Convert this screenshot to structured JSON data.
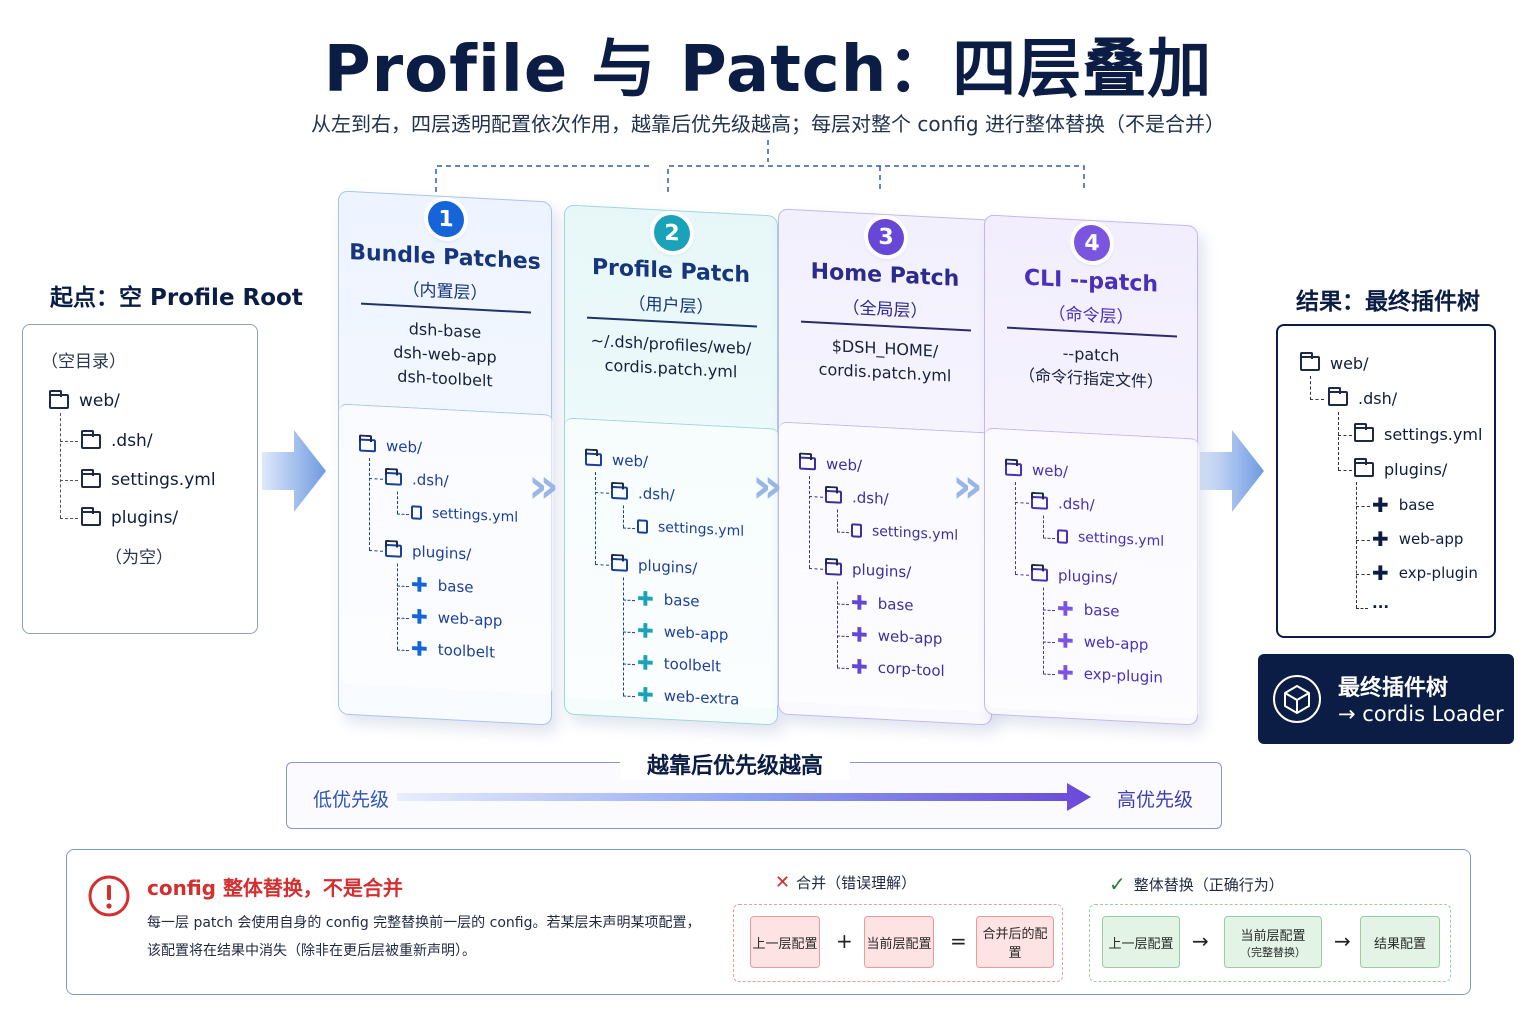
{
  "header": {
    "title": "Profile 与 Patch：四层叠加",
    "subtitle": "从左到右，四层透明配置依次作用，越靠后优先级越高；每层对整个 config 进行整体替换（不是合并）"
  },
  "start": {
    "label": "起点：空 Profile Root",
    "empty_note": "（空目录）",
    "web": "web/",
    "dsh": ".dsh/",
    "settings": "settings.yml",
    "plugins": "plugins/",
    "plugins_note": "（为空）"
  },
  "layers": [
    {
      "num": "1",
      "title": "Bundle Patches",
      "sub": "（内置层）",
      "src": [
        "dsh-base",
        "dsh-web-app",
        "dsh-toolbelt"
      ],
      "tree": {
        "web": "web/",
        "dsh": ".dsh/",
        "settings": "settings.yml",
        "plugins": "plugins/",
        "items": [
          "base",
          "web-app",
          "toolbelt"
        ]
      }
    },
    {
      "num": "2",
      "title": "Profile Patch",
      "sub": "（用户层）",
      "src": [
        "~/.dsh/profiles/web/",
        "cordis.patch.yml"
      ],
      "tree": {
        "web": "web/",
        "dsh": ".dsh/",
        "settings": "settings.yml",
        "plugins": "plugins/",
        "items": [
          "base",
          "web-app",
          "toolbelt",
          "web-extra"
        ]
      }
    },
    {
      "num": "3",
      "title": "Home Patch",
      "sub": "（全局层）",
      "src": [
        "$DSH_HOME/",
        "cordis.patch.yml"
      ],
      "tree": {
        "web": "web/",
        "dsh": ".dsh/",
        "settings": "settings.yml",
        "plugins": "plugins/",
        "items": [
          "base",
          "web-app",
          "corp-tool"
        ]
      }
    },
    {
      "num": "4",
      "title": "CLI --patch",
      "sub": "（命令层）",
      "src": [
        "--patch",
        "（命令行指定文件）"
      ],
      "tree": {
        "web": "web/",
        "dsh": ".dsh/",
        "settings": "settings.yml",
        "plugins": "plugins/",
        "items": [
          "base",
          "web-app",
          "exp-plugin"
        ]
      }
    }
  ],
  "result": {
    "label": "结果：最终插件树",
    "web": "web/",
    "dsh": ".dsh/",
    "settings": "settings.yml",
    "plugins": "plugins/",
    "items": [
      "base",
      "web-app",
      "exp-plugin"
    ],
    "more": "..."
  },
  "loader": {
    "line1": "最终插件树",
    "line2": "→ cordis Loader"
  },
  "priority": {
    "heading": "越靠后优先级越高",
    "low": "低优先级",
    "high": "高优先级"
  },
  "note": {
    "title": "config 整体替换，不是合并",
    "body_line1": "每一层 patch 会使用自身的 config 完整替换前一层的 config。若某层未声明某项配置，",
    "body_line2": "该配置将在结果中消失（除非在更后层被重新声明）。",
    "wrong_label": "合并（错误理解）",
    "right_label": "整体替换（正确行为）",
    "wrong_boxes": [
      "上一层配置",
      "当前层配置",
      "合并后的配置"
    ],
    "wrong_ops": [
      "+",
      "="
    ],
    "right_boxes": [
      "上一层配置",
      "当前层配置",
      "结果配置"
    ],
    "right_mid_note": "（完整替换）",
    "right_ops": [
      "→",
      "→"
    ]
  },
  "colors": {
    "navy": "#0b1d44",
    "layer1": "#1565d8",
    "layer2": "#1aa2b8",
    "layer3": "#6747d6",
    "layer4": "#7a55e0",
    "error_red": "#d32f2f",
    "ok_green": "#2e7d32"
  }
}
